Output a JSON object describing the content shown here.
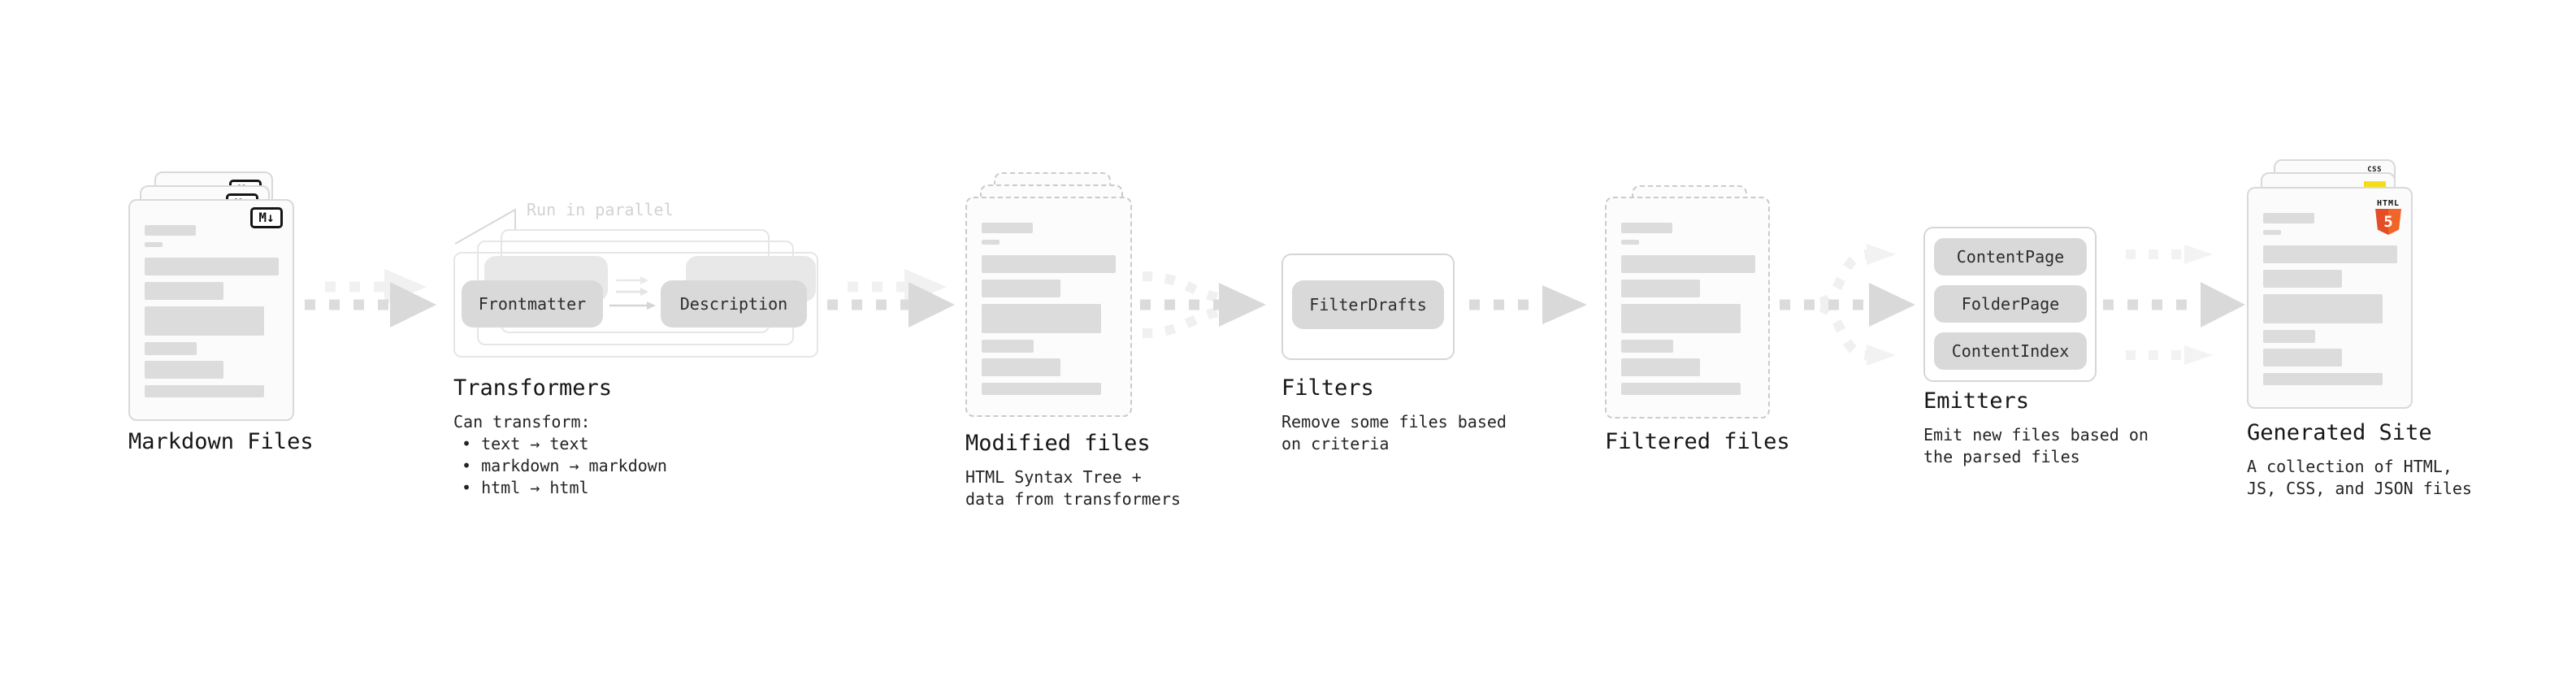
{
  "stages": {
    "markdown_files": {
      "label": "Markdown Files",
      "file_badge": "M↓"
    },
    "transformers": {
      "label": "Transformers",
      "annotation": "Run in parallel",
      "pill_left": "Frontmatter",
      "pill_right": "Description",
      "caption_heading": "Can transform:",
      "bullets": [
        "• text → text",
        "• markdown → markdown",
        "• html → html"
      ]
    },
    "modified_files": {
      "label": "Modified files",
      "caption": "HTML Syntax Tree +\ndata from transformers"
    },
    "filters": {
      "label": "Filters",
      "pill": "FilterDrafts",
      "caption": "Remove some files based\non criteria"
    },
    "filtered_files": {
      "label": "Filtered files"
    },
    "emitters": {
      "label": "Emitters",
      "pills": [
        "ContentPage",
        "FolderPage",
        "ContentIndex"
      ],
      "caption": "Emit new files based on\nthe parsed files"
    },
    "generated_site": {
      "label": "Generated Site",
      "caption": "A collection of HTML,\nJS, CSS, and JSON files",
      "css_badge": "CSS",
      "html_badge_word": "HTML",
      "html_badge_number": "5"
    }
  },
  "colors": {
    "html5_orange": "#e44d26",
    "js_yellow": "#f5de19",
    "css_blue": "#2965f1",
    "pill_gray": "#d9d9d9",
    "arrow_gray": "#dadada",
    "arrow_faint": "#f1f1f1"
  }
}
